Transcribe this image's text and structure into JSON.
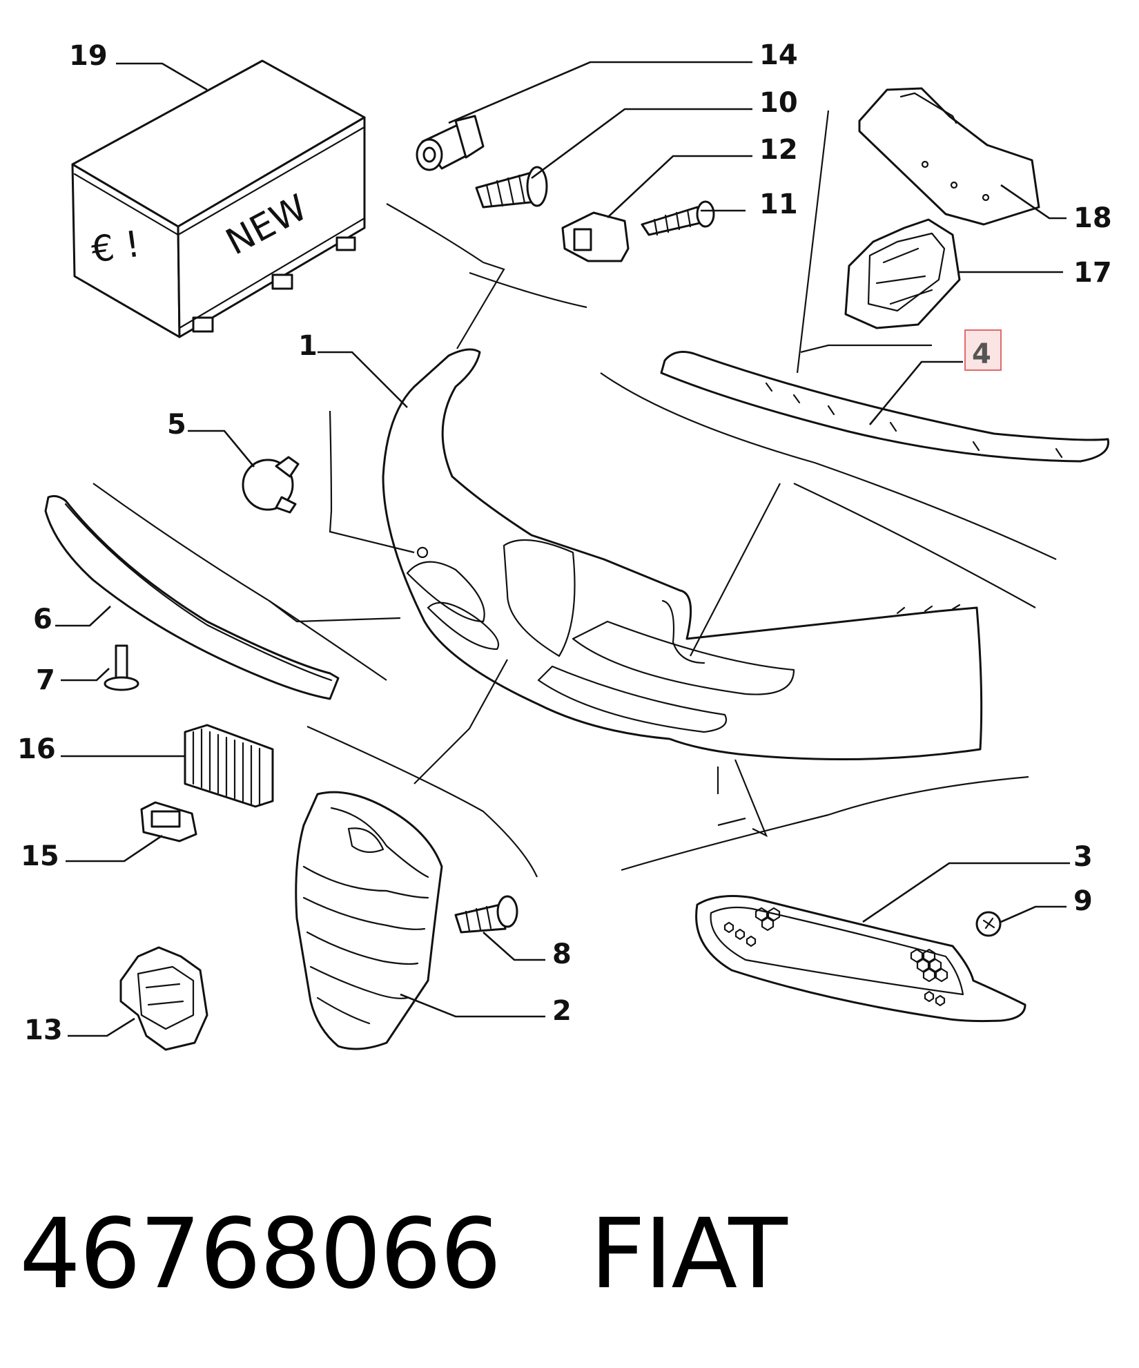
{
  "box_markings": {
    "currency": "€ !",
    "label": "NEW"
  },
  "callouts": [
    {
      "id": "19",
      "label": "19"
    },
    {
      "id": "14",
      "label": "14"
    },
    {
      "id": "10",
      "label": "10"
    },
    {
      "id": "12",
      "label": "12"
    },
    {
      "id": "11",
      "label": "11"
    },
    {
      "id": "18",
      "label": "18"
    },
    {
      "id": "17",
      "label": "17"
    },
    {
      "id": "1",
      "label": "1"
    },
    {
      "id": "4",
      "label": "4",
      "highlighted": true
    },
    {
      "id": "5",
      "label": "5"
    },
    {
      "id": "6",
      "label": "6"
    },
    {
      "id": "7",
      "label": "7"
    },
    {
      "id": "16",
      "label": "16"
    },
    {
      "id": "15",
      "label": "15"
    },
    {
      "id": "3",
      "label": "3"
    },
    {
      "id": "9",
      "label": "9"
    },
    {
      "id": "8",
      "label": "8"
    },
    {
      "id": "2",
      "label": "2"
    },
    {
      "id": "13",
      "label": "13"
    }
  ],
  "highlight_color": "#e06a6a",
  "footer": {
    "part_number": "46768066",
    "brand": "FIAT"
  }
}
